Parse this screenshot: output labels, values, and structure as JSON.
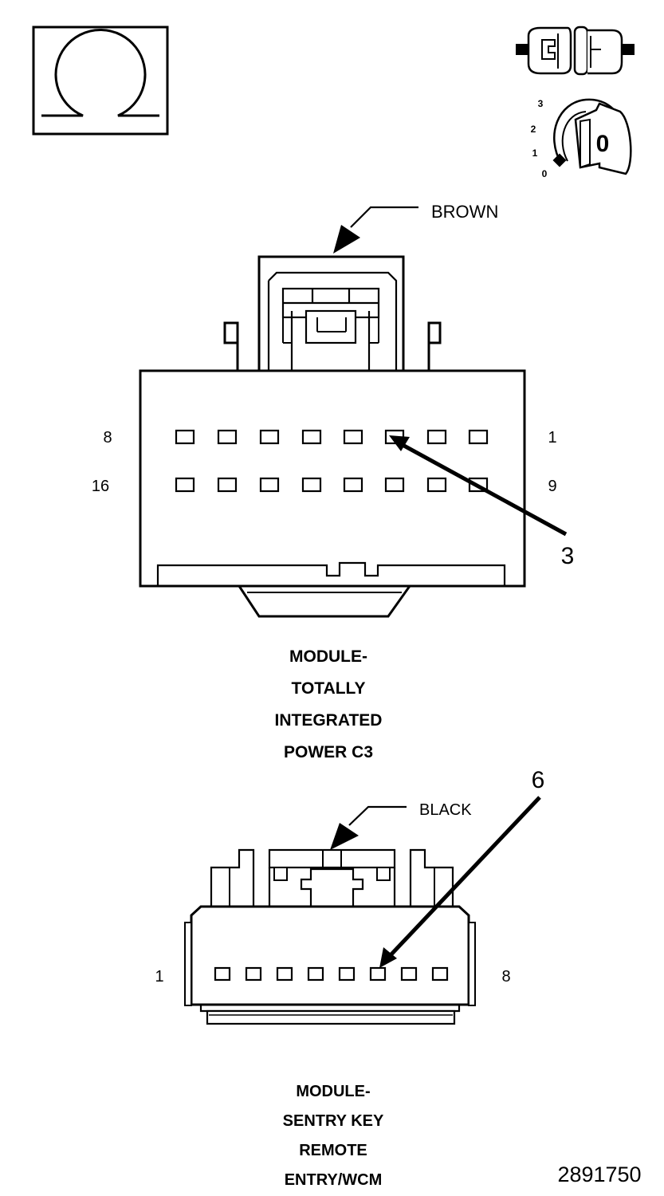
{
  "icons": {
    "ohmmeter": "ohm-symbol-icon",
    "connector_disconnected": "disconnected-connector-icon",
    "ignition": "ignition-key-icon"
  },
  "ignition_positions": [
    "3",
    "2",
    "1",
    "0"
  ],
  "ignition_key_label": "0",
  "connector_c3": {
    "color_label": "BROWN",
    "pin_label_top_left": "8",
    "pin_label_top_right": "1",
    "pin_label_bottom_left": "16",
    "pin_label_bottom_right": "9",
    "callout": "3",
    "title_lines": [
      "MODULE-",
      "TOTALLY",
      "INTEGRATED",
      "POWER C3"
    ]
  },
  "connector_wcm": {
    "color_label": "BLACK",
    "pin_label_left": "1",
    "pin_label_right": "8",
    "callout": "6",
    "title_lines": [
      "MODULE-",
      "SENTRY KEY",
      "REMOTE",
      "ENTRY/WCM"
    ]
  },
  "figure_number": "2891750"
}
